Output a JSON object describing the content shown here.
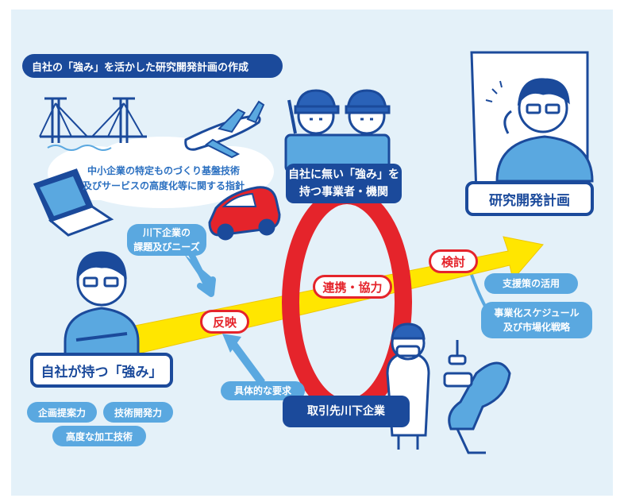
{
  "title": "自社の「強み」を活かした研究開発計画の作成",
  "guideline": {
    "line1": "中小企業の特定ものづくり基盤技術",
    "line2": "及びサービスの高度化等に関する指針"
  },
  "needs_bubble": {
    "line1": "川下企業の",
    "line2": "課題及びニーズ"
  },
  "reflect": "反映",
  "own_strength": "自社が持つ「強み」",
  "strength_tags": [
    "企画提案力",
    "技術開発力",
    "高度な加工技術"
  ],
  "partners": {
    "line1": "自社に無い「強み」を",
    "line2": "持つ事業者・機関"
  },
  "cooperation": "連携・協力",
  "client": "取引先川下企業",
  "request": "具体的な要求",
  "review": "検討",
  "plan": "研究開発計画",
  "review_items": {
    "support": "支援策の活用",
    "schedule_line1": "事業化スケジュール",
    "schedule_line2": "及び市場化戦略"
  },
  "colors": {
    "navy": "#1b4a9b",
    "light_blue": "#5aa8e0",
    "red": "#e5242b",
    "yellow": "#ffe600",
    "background": "#e4f1f9"
  },
  "icons": [
    "bridge-icon",
    "airplane-icon",
    "laptop-icon",
    "car-icon",
    "worker-icon",
    "researcher-icon",
    "dentist-icon",
    "dental-chair-icon",
    "document-icon"
  ]
}
